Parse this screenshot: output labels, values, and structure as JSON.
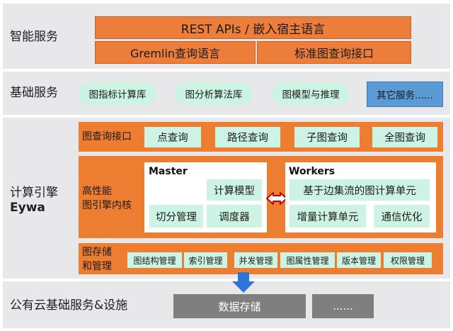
{
  "layers": {
    "smart": {
      "label": "智能服务",
      "rest_api": "REST APIs / 嵌入宿主语言",
      "gremlin": "Gremlin查询语言",
      "standard_query": "标准图查询接口"
    },
    "basic": {
      "label": "基础服务",
      "items": [
        "图指标计算库",
        "图分析算法库",
        "图模型与推理",
        "其它服务......"
      ]
    },
    "compute": {
      "label_line1": "计算引擎",
      "label_line2": "Eywa",
      "query_interface": {
        "label": "图查询接口",
        "items": [
          "点查询",
          "路径查询",
          "子图查询",
          "全图查询"
        ]
      },
      "kernel": {
        "label_line1": "高性能",
        "label_line2": "图引擎内核",
        "master": {
          "title": "Master",
          "items": [
            "计算模型",
            "切分管理",
            "调度器"
          ]
        },
        "workers": {
          "title": "Workers",
          "items": [
            "基于边集流的图计算单元",
            "增量计算单元",
            "通信优化"
          ]
        }
      },
      "storage": {
        "label_line1": "图存储",
        "label_line2": "和管理",
        "items": [
          "图结构管理",
          "索引管理",
          "并发管理",
          "图属性管理",
          "版本管理",
          "权限管理"
        ]
      }
    },
    "cloud": {
      "label": "公有云基础服务&设施",
      "items": [
        "数据存储",
        "......"
      ]
    }
  },
  "colors": {
    "band": "#e8e8ea",
    "orange": "#ed7d31",
    "mint": "#ccf3e3",
    "blue": "#5b9bd5",
    "gray": "#7f7f7f",
    "arrow_blue": "#2e75d6",
    "arrow_red": "#c00000"
  }
}
